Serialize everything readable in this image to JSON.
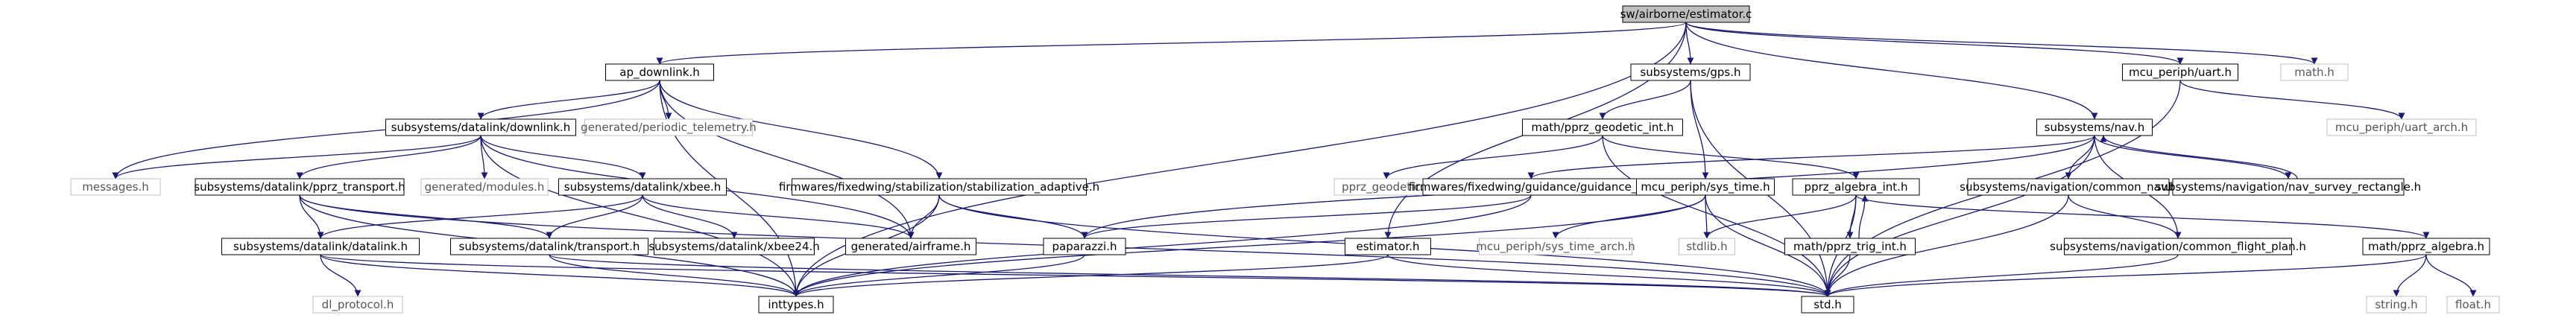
{
  "graph": {
    "colors": {
      "edge": "#191970",
      "node_border": "#000000",
      "root_fill": "#bfbfbf",
      "external_border": "#bfbfbf",
      "text": "#000000",
      "external_text": "#555555"
    },
    "nodes": {
      "estimator_c": "sw/airborne/estimator.c",
      "ap_downlink_h": "ap_downlink.h",
      "subsystems_gps_h": "subsystems/gps.h",
      "mcu_periph_uart_h": "mcu_periph/uart.h",
      "math_h": "math.h",
      "datalink_downlink_h": "subsystems/datalink/downlink.h",
      "periodic_telemetry_h": "generated/periodic_telemetry.h",
      "math_pprz_geodetic_int_h": "math/pprz_geodetic_int.h",
      "subsystems_nav_h": "subsystems/nav.h",
      "uart_arch_h": "mcu_periph/uart_arch.h",
      "messages_h": "messages.h",
      "pprz_transport_h": "subsystems/datalink/pprz_transport.h",
      "generated_modules_h": "generated/modules.h",
      "xbee_h": "subsystems/datalink/xbee.h",
      "stabilization_adaptive_h": "firmwares/fixedwing/stabilization/stabilization_adaptive.h",
      "pprz_geodetic_h": "pprz_geodetic.h",
      "guidance_v_h": "firmwares/fixedwing/guidance/guidance_v.h",
      "sys_time_h": "mcu_periph/sys_time.h",
      "pprz_algebra_int_h": "pprz_algebra_int.h",
      "common_nav_h": "subsystems/navigation/common_nav.h",
      "nav_survey_rectangle_h": "subsystems/navigation/nav_survey_rectangle.h",
      "datalink_h": "subsystems/datalink/datalink.h",
      "transport_h": "subsystems/datalink/transport.h",
      "xbee24_h": "subsystems/datalink/xbee24.h",
      "generated_airframe_h": "generated/airframe.h",
      "paparazzi_h": "paparazzi.h",
      "estimator_h": "estimator.h",
      "sys_time_arch_h": "mcu_periph/sys_time_arch.h",
      "stdlib_h": "stdlib.h",
      "pprz_trig_int_h": "math/pprz_trig_int.h",
      "common_flight_plan_h": "subsystems/navigation/common_flight_plan.h",
      "math_pprz_algebra_h": "math/pprz_algebra.h",
      "dl_protocol_h": "dl_protocol.h",
      "inttypes_h": "inttypes.h",
      "std_h": "std.h",
      "string_h": "string.h",
      "float_h": "float.h"
    },
    "edges": [
      [
        "estimator_c",
        "ap_downlink_h"
      ],
      [
        "estimator_c",
        "subsystems_gps_h"
      ],
      [
        "estimator_c",
        "mcu_periph_uart_h"
      ],
      [
        "estimator_c",
        "math_h"
      ],
      [
        "estimator_c",
        "subsystems_nav_h"
      ],
      [
        "estimator_c",
        "estimator_h"
      ],
      [
        "estimator_c",
        "inttypes_h"
      ],
      [
        "ap_downlink_h",
        "datalink_downlink_h"
      ],
      [
        "ap_downlink_h",
        "periodic_telemetry_h"
      ],
      [
        "ap_downlink_h",
        "stabilization_adaptive_h"
      ],
      [
        "ap_downlink_h",
        "messages_h"
      ],
      [
        "ap_downlink_h",
        "generated_airframe_h"
      ],
      [
        "ap_downlink_h",
        "inttypes_h"
      ],
      [
        "datalink_downlink_h",
        "messages_h"
      ],
      [
        "datalink_downlink_h",
        "pprz_transport_h"
      ],
      [
        "datalink_downlink_h",
        "generated_modules_h"
      ],
      [
        "datalink_downlink_h",
        "xbee_h"
      ],
      [
        "datalink_downlink_h",
        "generated_airframe_h"
      ],
      [
        "datalink_downlink_h",
        "inttypes_h"
      ],
      [
        "pprz_transport_h",
        "datalink_h"
      ],
      [
        "pprz_transport_h",
        "transport_h"
      ],
      [
        "pprz_transport_h",
        "inttypes_h"
      ],
      [
        "pprz_transport_h",
        "std_h"
      ],
      [
        "xbee_h",
        "datalink_h"
      ],
      [
        "xbee_h",
        "transport_h"
      ],
      [
        "xbee_h",
        "xbee24_h"
      ],
      [
        "xbee_h",
        "generated_airframe_h"
      ],
      [
        "datalink_h",
        "dl_protocol_h"
      ],
      [
        "datalink_h",
        "inttypes_h"
      ],
      [
        "datalink_h",
        "std_h"
      ],
      [
        "transport_h",
        "inttypes_h"
      ],
      [
        "transport_h",
        "std_h"
      ],
      [
        "stabilization_adaptive_h",
        "generated_airframe_h"
      ],
      [
        "stabilization_adaptive_h",
        "paparazzi_h"
      ],
      [
        "stabilization_adaptive_h",
        "inttypes_h"
      ],
      [
        "stabilization_adaptive_h",
        "std_h"
      ],
      [
        "subsystems_gps_h",
        "math_pprz_geodetic_int_h"
      ],
      [
        "subsystems_gps_h",
        "sys_time_h"
      ],
      [
        "subsystems_gps_h",
        "std_h"
      ],
      [
        "math_pprz_geodetic_int_h",
        "pprz_geodetic_h"
      ],
      [
        "math_pprz_geodetic_int_h",
        "pprz_algebra_int_h"
      ],
      [
        "math_pprz_geodetic_int_h",
        "std_h"
      ],
      [
        "mcu_periph_uart_h",
        "uart_arch_h"
      ],
      [
        "mcu_periph_uart_h",
        "std_h"
      ],
      [
        "subsystems_nav_h",
        "common_nav_h"
      ],
      [
        "subsystems_nav_h",
        "nav_survey_rectangle_h"
      ],
      [
        "subsystems_nav_h",
        "guidance_v_h"
      ],
      [
        "subsystems_nav_h",
        "paparazzi_h"
      ],
      [
        "subsystems_nav_h",
        "common_flight_plan_h"
      ],
      [
        "subsystems_nav_h",
        "std_h"
      ],
      [
        "nav_survey_rectangle_h",
        "subsystems_nav_h"
      ],
      [
        "guidance_v_h",
        "paparazzi_h"
      ],
      [
        "guidance_v_h",
        "inttypes_h"
      ],
      [
        "sys_time_h",
        "sys_time_arch_h"
      ],
      [
        "sys_time_h",
        "stdlib_h"
      ],
      [
        "sys_time_h",
        "inttypes_h"
      ],
      [
        "sys_time_h",
        "std_h"
      ],
      [
        "pprz_algebra_int_h",
        "pprz_trig_int_h"
      ],
      [
        "pprz_algebra_int_h",
        "math_pprz_algebra_h"
      ],
      [
        "pprz_algebra_int_h",
        "stdlib_h"
      ],
      [
        "pprz_algebra_int_h",
        "std_h"
      ],
      [
        "pprz_trig_int_h",
        "pprz_algebra_int_h"
      ],
      [
        "pprz_trig_int_h",
        "std_h"
      ],
      [
        "common_nav_h",
        "common_flight_plan_h"
      ],
      [
        "common_nav_h",
        "std_h"
      ],
      [
        "common_flight_plan_h",
        "std_h"
      ],
      [
        "paparazzi_h",
        "inttypes_h"
      ],
      [
        "estimator_h",
        "inttypes_h"
      ],
      [
        "estimator_h",
        "std_h"
      ],
      [
        "math_pprz_algebra_h",
        "string_h"
      ],
      [
        "math_pprz_algebra_h",
        "float_h"
      ],
      [
        "math_pprz_algebra_h",
        "std_h"
      ]
    ]
  }
}
